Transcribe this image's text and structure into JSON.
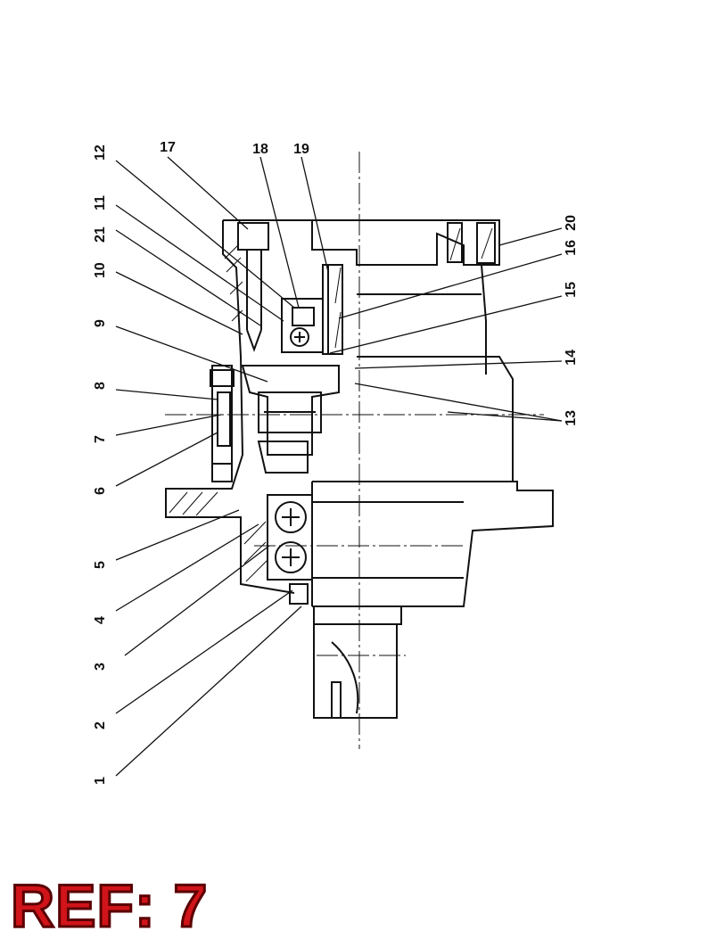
{
  "ref_label": "REF: 7",
  "colors": {
    "ref_text": "#d0141a",
    "ref_outline": "#5a0000",
    "line_art": "#111111"
  },
  "callouts": [
    "1",
    "2",
    "3",
    "4",
    "5",
    "6",
    "7",
    "8",
    "9",
    "10",
    "21",
    "11",
    "12",
    "17",
    "18",
    "19",
    "20",
    "16",
    "15",
    "14",
    "13"
  ]
}
